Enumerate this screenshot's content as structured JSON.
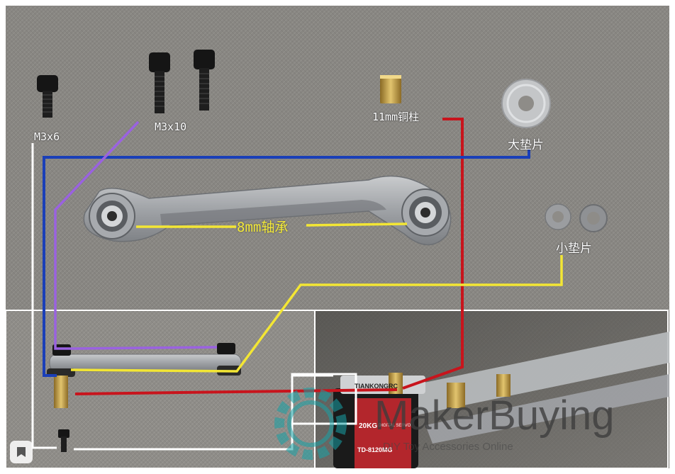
{
  "labels": {
    "m3x6": "M3x6",
    "m3x10": "M3x10",
    "copper_standoff": "11mm铜柱",
    "large_washer": "大垫片",
    "bearing": "8mm轴承",
    "small_washer": "小垫片"
  },
  "servo": {
    "brand": "TIANKONGRC",
    "rating": "20KG",
    "type": "DIGITAL SERVO",
    "model": "TD-8120MG"
  },
  "watermark": {
    "brand": "MakerBuying",
    "tagline": "DIY Toy Accessories Online"
  },
  "colors": {
    "fabric": "#8d8b86",
    "line_red": "#c8141c",
    "line_blue": "#1a3fb8",
    "line_purple": "#9a62e0",
    "line_yellow": "#f3e634",
    "line_white": "#ffffff"
  },
  "icons": {
    "corner": "bookmark-icon"
  }
}
